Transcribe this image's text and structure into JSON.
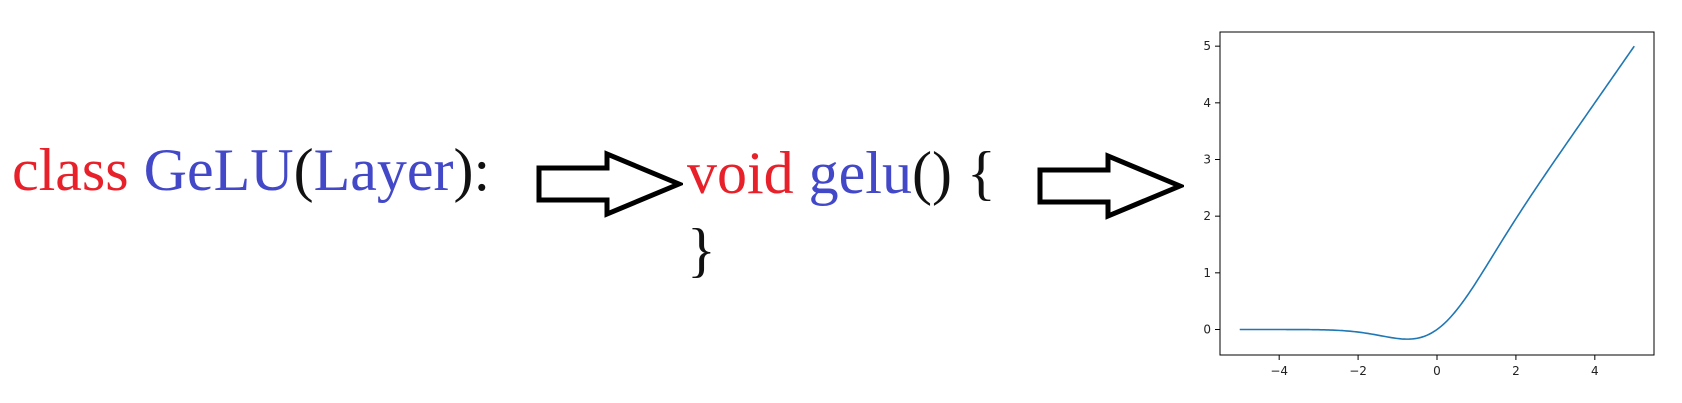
{
  "code_python": {
    "keyword": "class",
    "class_name": "GeLU",
    "open_paren": "(",
    "base_name": "Layer",
    "close_colon": "):"
  },
  "code_c": {
    "keyword": "void",
    "function_name": "gelu",
    "parens_brace": "() {",
    "closing_brace": "}"
  },
  "colors": {
    "keyword": "#e8202a",
    "identifier": "#4248c8",
    "curve": "#1f77b4",
    "arrow_stroke": "#000000"
  },
  "chart_data": {
    "type": "line",
    "title": "",
    "xlabel": "",
    "ylabel": "",
    "xlim": [
      -5.5,
      5.5
    ],
    "ylim": [
      -0.45,
      5.25
    ],
    "xticks": [
      -4,
      -2,
      0,
      2,
      4
    ],
    "yticks": [
      0,
      1,
      2,
      3,
      4,
      5
    ],
    "grid": false,
    "function": "gelu",
    "x_range": [
      -5,
      5
    ],
    "samples": 200
  }
}
